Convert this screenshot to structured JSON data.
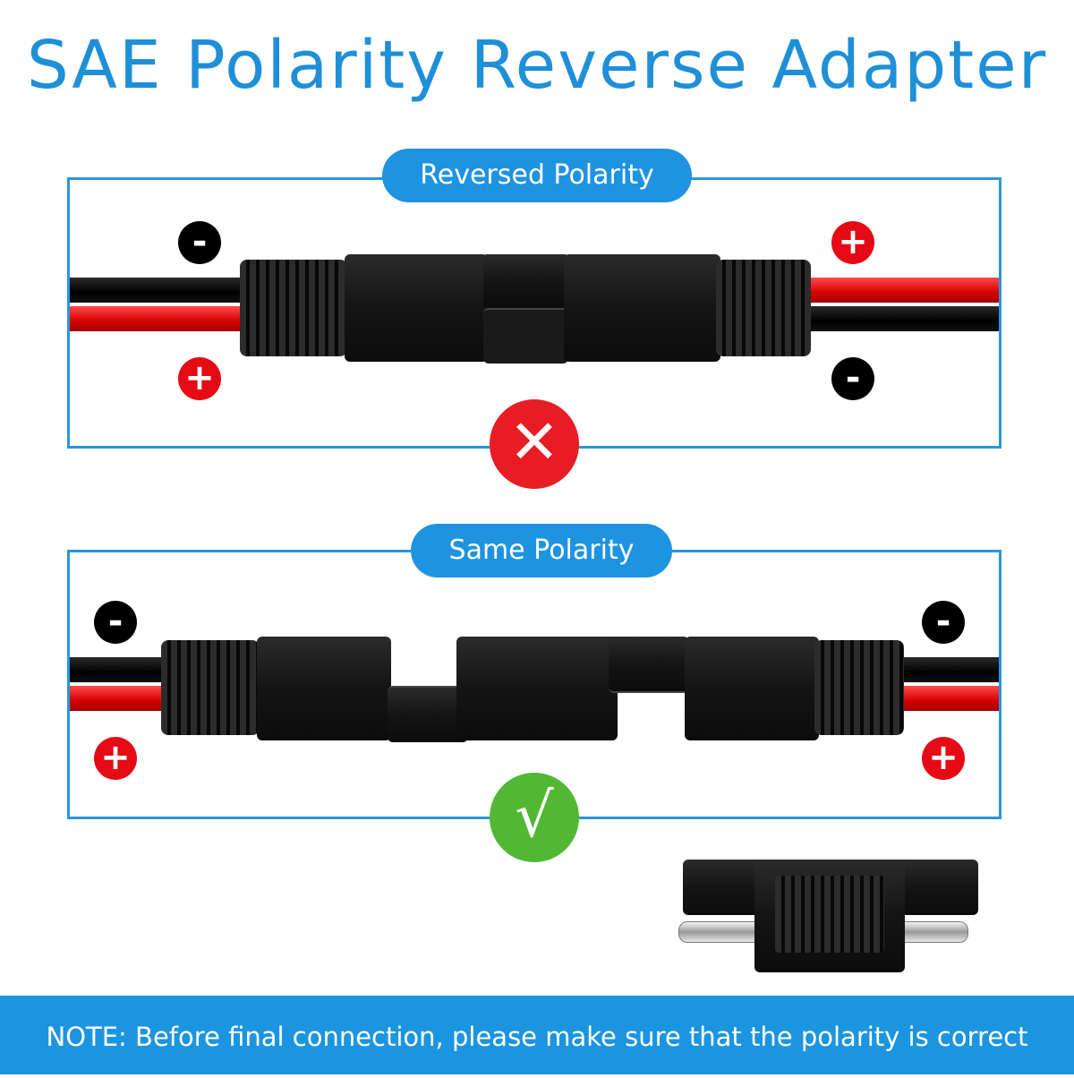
{
  "title": "SAE Polarity Reverse Adapter",
  "panels": {
    "reversed": {
      "label": "Reversed Polarity"
    },
    "same": {
      "label": "Same Polarity"
    }
  },
  "symbols": {
    "plus": "+",
    "minus": "-"
  },
  "badges": {
    "wrong": "✕",
    "correct": "√"
  },
  "note": "NOTE: Before final connection, please make sure that the polarity is correct",
  "colors": {
    "accent": "#1f93e0",
    "wrong": "#e81c24",
    "correct": "#52b833",
    "positive": "#e50a14",
    "negative": "#000000"
  }
}
